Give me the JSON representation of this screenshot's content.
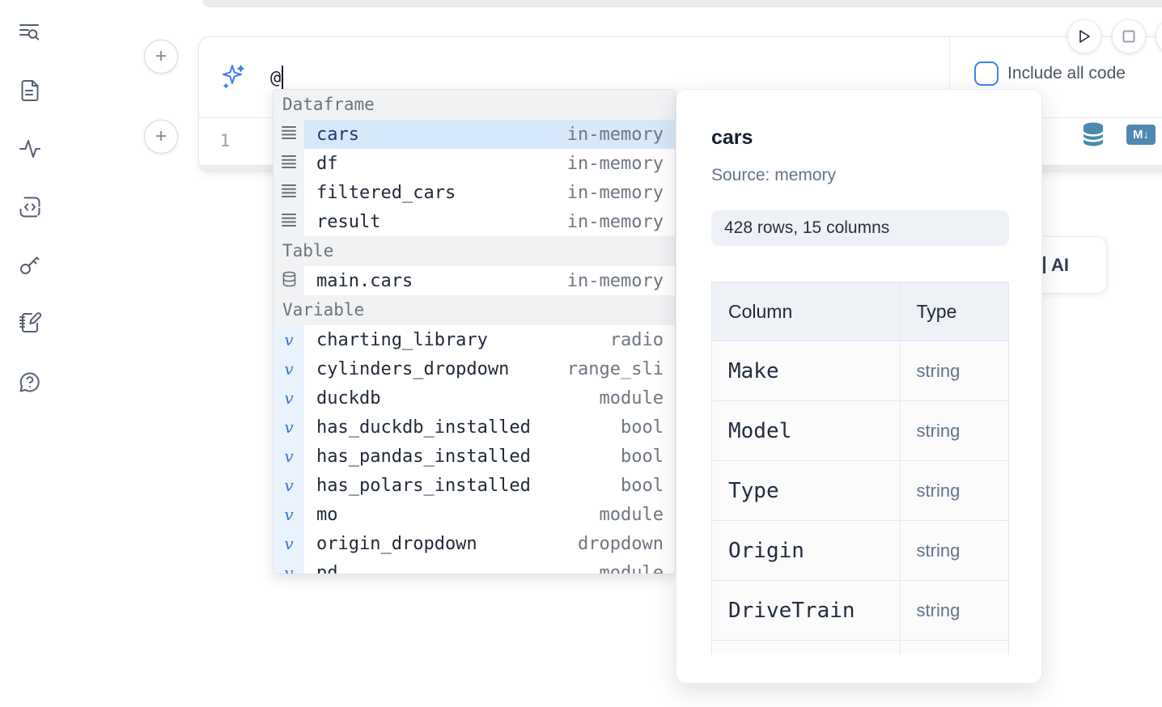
{
  "colors": {
    "accent_blue": "#3b82f6",
    "steel_blue": "#4d89b0",
    "selection_blue": "#d7e8fa",
    "selected_text": "#1d3a6d",
    "muted_text": "#6e7681"
  },
  "sidebar": {
    "items": [
      {
        "icon": "toc-search-icon"
      },
      {
        "icon": "file-icon"
      },
      {
        "icon": "activity-icon"
      },
      {
        "icon": "snippets-code-icon"
      },
      {
        "icon": "key-icon"
      },
      {
        "icon": "scratchpad-icon"
      },
      {
        "icon": "help-chat-icon"
      }
    ]
  },
  "ai_input": {
    "value": "@",
    "include_all_code_label": "Include all code",
    "checkbox_checked": false
  },
  "run_controls": {
    "play_icon": "play-icon",
    "stop_icon": "stop-icon"
  },
  "editor": {
    "line_number": "1"
  },
  "autocomplete": {
    "sections": [
      {
        "label": "Dataframe",
        "icon": "dataframe-icon",
        "items": [
          {
            "name": "cars",
            "type": "in-memory",
            "selected": true
          },
          {
            "name": "df",
            "type": "in-memory"
          },
          {
            "name": "filtered_cars",
            "type": "in-memory"
          },
          {
            "name": "result",
            "type": "in-memory"
          }
        ]
      },
      {
        "label": "Table",
        "icon": "table-icon",
        "items": [
          {
            "name": "main.cars",
            "type": "in-memory"
          }
        ]
      },
      {
        "label": "Variable",
        "icon": "variable-icon",
        "items": [
          {
            "name": "charting_library",
            "type": "radio"
          },
          {
            "name": "cylinders_dropdown",
            "type": "range_sli"
          },
          {
            "name": "duckdb",
            "type": "module"
          },
          {
            "name": "has_duckdb_installed",
            "type": "bool"
          },
          {
            "name": "has_pandas_installed",
            "type": "bool"
          },
          {
            "name": "has_polars_installed",
            "type": "bool"
          },
          {
            "name": "mo",
            "type": "module"
          },
          {
            "name": "origin_dropdown",
            "type": "dropdown"
          },
          {
            "name": "pd",
            "type": "module"
          }
        ]
      }
    ]
  },
  "preview_panel": {
    "title": "cars",
    "source": "Source: memory",
    "summary": "428 rows, 15 columns",
    "table": {
      "headers": [
        "Column",
        "Type"
      ],
      "rows": [
        [
          "Make",
          "string"
        ],
        [
          "Model",
          "string"
        ],
        [
          "Type",
          "string"
        ],
        [
          "Origin",
          "string"
        ],
        [
          "DriveTrain",
          "string"
        ]
      ],
      "clipped_extra_row": true
    }
  },
  "ai_card": {
    "visible_text": "AI"
  },
  "cell_toolbar": {
    "markdown_badge": "M↓"
  }
}
